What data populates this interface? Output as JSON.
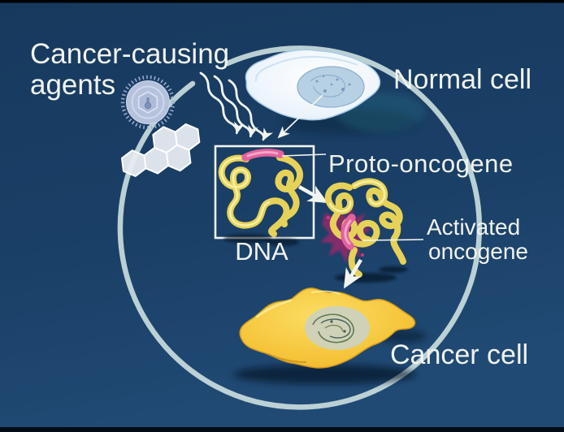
{
  "figure": {
    "subject": "oncogene-activation-illustration",
    "stages": [
      "Normal cell",
      "DNA with proto-oncogene",
      "Activated oncogene",
      "Cancer cell"
    ]
  },
  "labels": {
    "agents_line1": "Cancer-causing",
    "agents_line2": "agents",
    "normal_cell": "Normal cell",
    "proto_oncogene": "Proto-oncogene",
    "dna": "DNA",
    "activated_line1": "Activated",
    "activated_line2": "oncogene",
    "cancer_cell": "Cancer cell"
  },
  "icons": {
    "virus": "virus-particle-icon",
    "carcinogen": "chemical-carcinogen-molecule-icon",
    "radiation": "radiation-wavy-arrows-icon"
  },
  "colors": {
    "background_top": "#17395e",
    "background_bottom": "#204a74",
    "ring": "#cde0e0",
    "text": "#f1f3ee",
    "dna_strand": "#e6d258",
    "dna_highlight": "#faf2ac",
    "proto_oncogene_segment": "#e2629d",
    "activation_burst": "#a3256b",
    "normal_cell_body": "#e9f2fb",
    "normal_cell_nucleus": "#b7d0e4",
    "cancer_cell_body": "#f2b82e",
    "cancer_cell_nucleus": "#ccd2bc",
    "arrow": "#f2f4f0"
  }
}
